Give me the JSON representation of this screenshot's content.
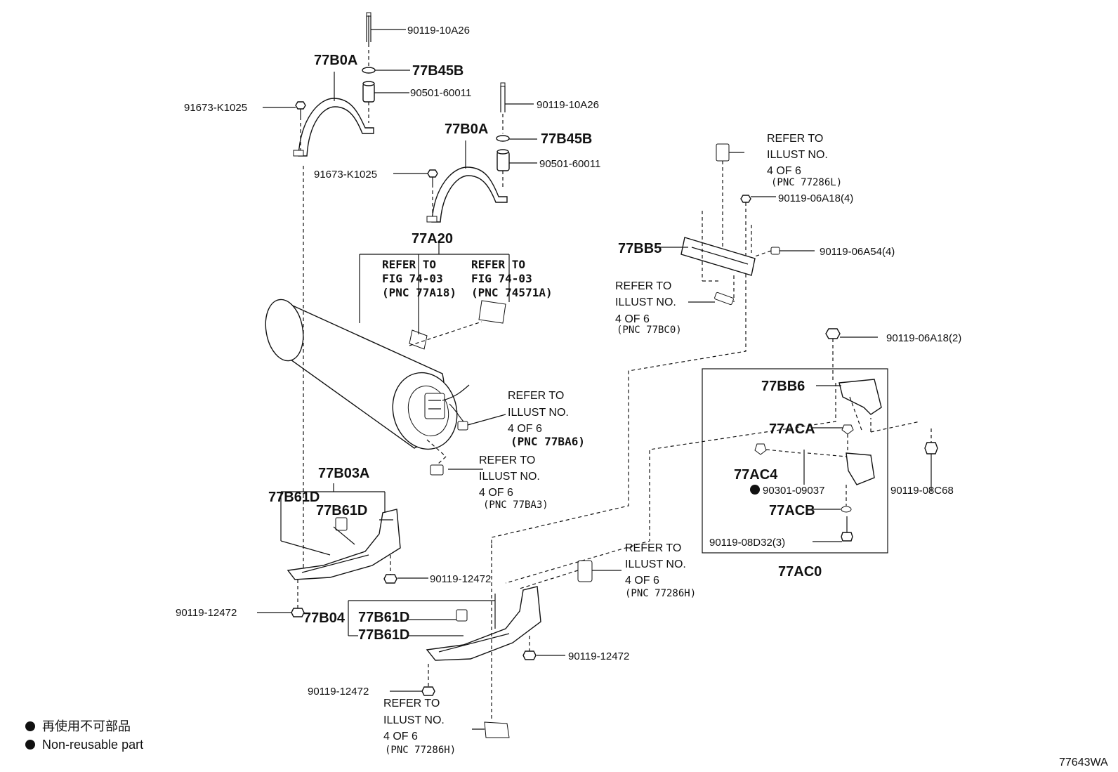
{
  "labels": {
    "l01": "90119-10A26",
    "l02": "77B0A",
    "l03": "77B45B",
    "l04": "90501-60011",
    "l05": "91673-K1025",
    "l06": "90119-10A26",
    "l07": "77B0A",
    "l08": "77B45B",
    "l09": "90501-60011",
    "l10": "91673-K1025",
    "l11": "77A20",
    "l12": "90119-06A18(4)",
    "l13": "77BB5",
    "l14": "90119-06A54(4)",
    "l15": "90119-06A18(2)",
    "l16": "77BB6",
    "l17": "77ACA",
    "l18": "77AC4",
    "l19": "90301-09037",
    "l20": "77ACB",
    "l21": "90119-08D32(3)",
    "l22": "77AC0",
    "l23": "90119-08C68",
    "l24": "77B03A",
    "l25": "77B61D",
    "l26": "77B61D",
    "l27": "90119-12472",
    "l28": "90119-12472",
    "l29": "77B04",
    "l30": "77B61D",
    "l31": "77B61D",
    "l32": "90119-12472",
    "l33": "90119-12472"
  },
  "refs": {
    "r1": [
      "REFER TO",
      "ILLUST NO.",
      "4 OF 6",
      "(PNC 77286L)"
    ],
    "r2": [
      "REFER TO",
      "FIG 74-03",
      "(PNC 77A18)"
    ],
    "r3": [
      "REFER TO",
      "FIG 74-03",
      "(PNC 74571A)"
    ],
    "r4": [
      "REFER TO",
      "ILLUST NO.",
      "4 OF 6",
      "(PNC 77BC0)"
    ],
    "r5": [
      "REFER TO",
      "ILLUST NO.",
      "4 OF 6",
      "(PNC 77BA6)"
    ],
    "r6": [
      "REFER TO",
      "ILLUST NO.",
      "4 OF 6",
      "(PNC 77BA3)"
    ],
    "r7": [
      "REFER TO",
      "ILLUST NO.",
      "4 OF 6",
      "(PNC 77286H)"
    ],
    "r8": [
      "REFER TO",
      "ILLUST NO.",
      "4 OF 6",
      "(PNC 77286H)"
    ]
  },
  "legend": {
    "line1": "再使用不可部品",
    "line2": "Non-reusable part"
  },
  "figure_code": "77643WA",
  "icons": {
    "non_reusable_marker": "filled-circle-icon"
  }
}
